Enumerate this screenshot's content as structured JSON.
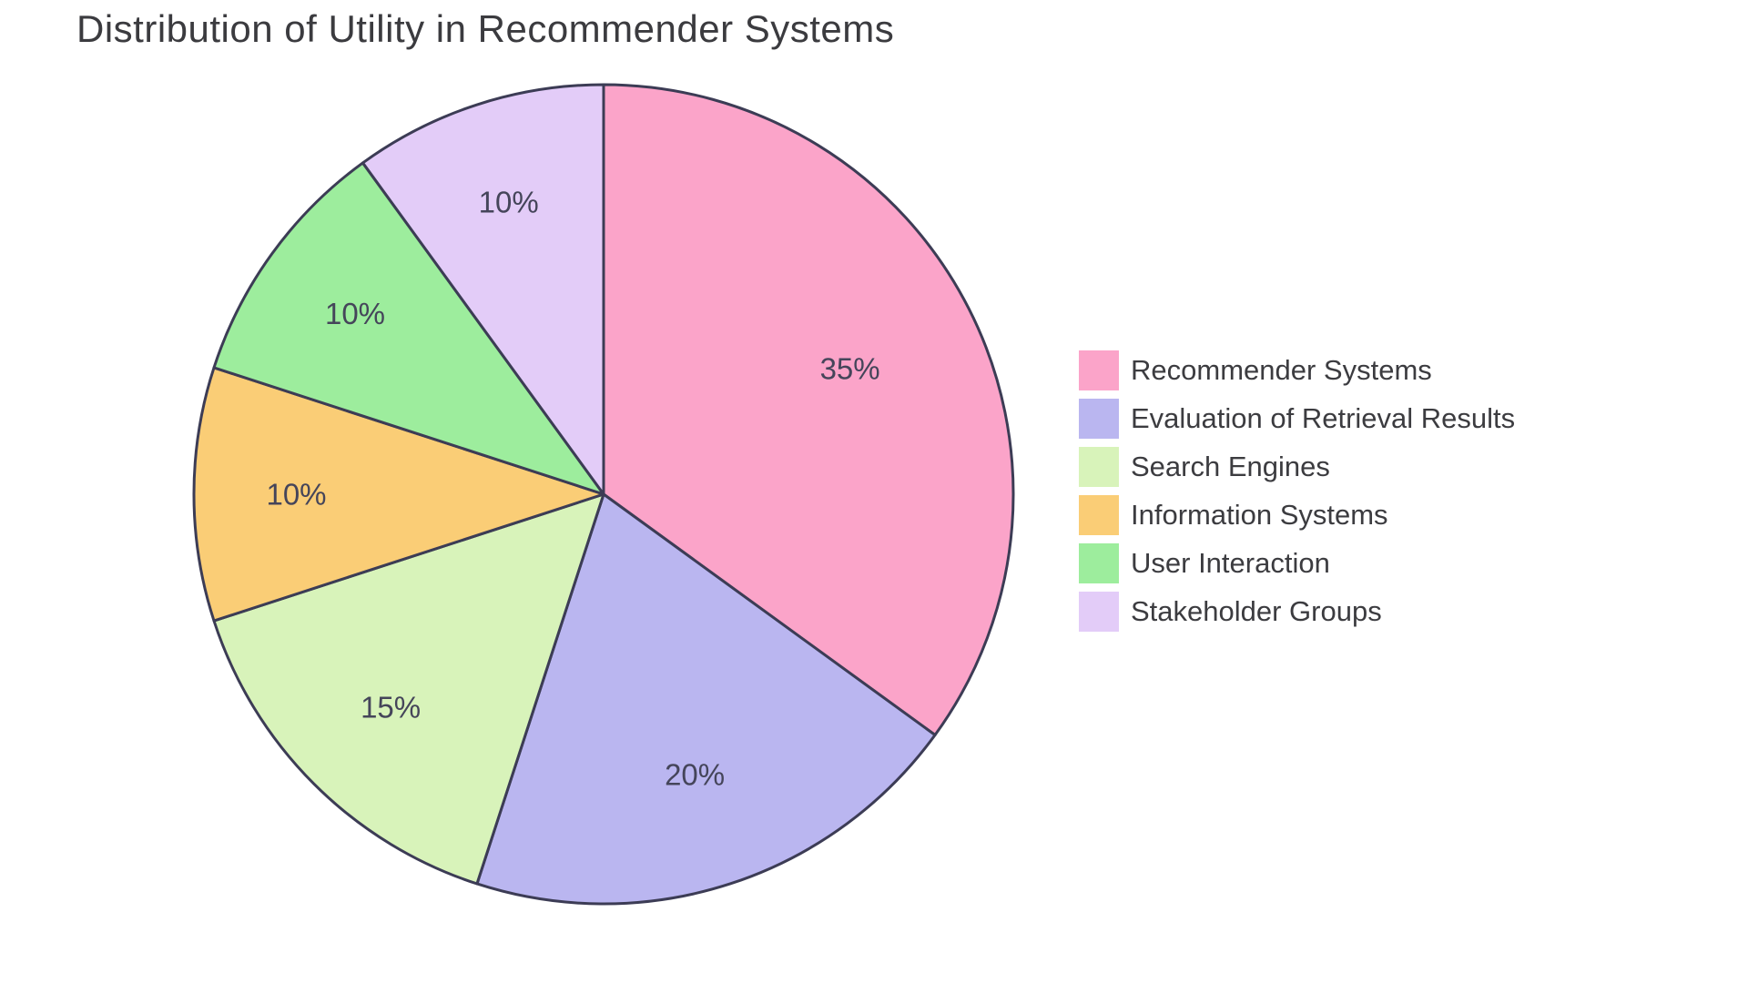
{
  "chart_data": {
    "type": "pie",
    "title": "Distribution of Utility in Recommender Systems",
    "start_angle_deg": 0,
    "direction": "clockwise",
    "legend_position": "right",
    "background": "#ffffff",
    "stroke_color": "#3c3c55",
    "slices": [
      {
        "label": "Recommender Systems",
        "value": 35,
        "pct_label": "35%",
        "color": "#fba4c9"
      },
      {
        "label": "Evaluation of Retrieval Results",
        "value": 20,
        "pct_label": "20%",
        "color": "#bab6f0"
      },
      {
        "label": "Search Engines",
        "value": 15,
        "pct_label": "15%",
        "color": "#d8f3ba"
      },
      {
        "label": "Information Systems",
        "value": 10,
        "pct_label": "10%",
        "color": "#facd76"
      },
      {
        "label": "User Interaction",
        "value": 10,
        "pct_label": "10%",
        "color": "#9ded9d"
      },
      {
        "label": "Stakeholder Groups",
        "value": 10,
        "pct_label": "10%",
        "color": "#e3ccf8"
      }
    ]
  }
}
